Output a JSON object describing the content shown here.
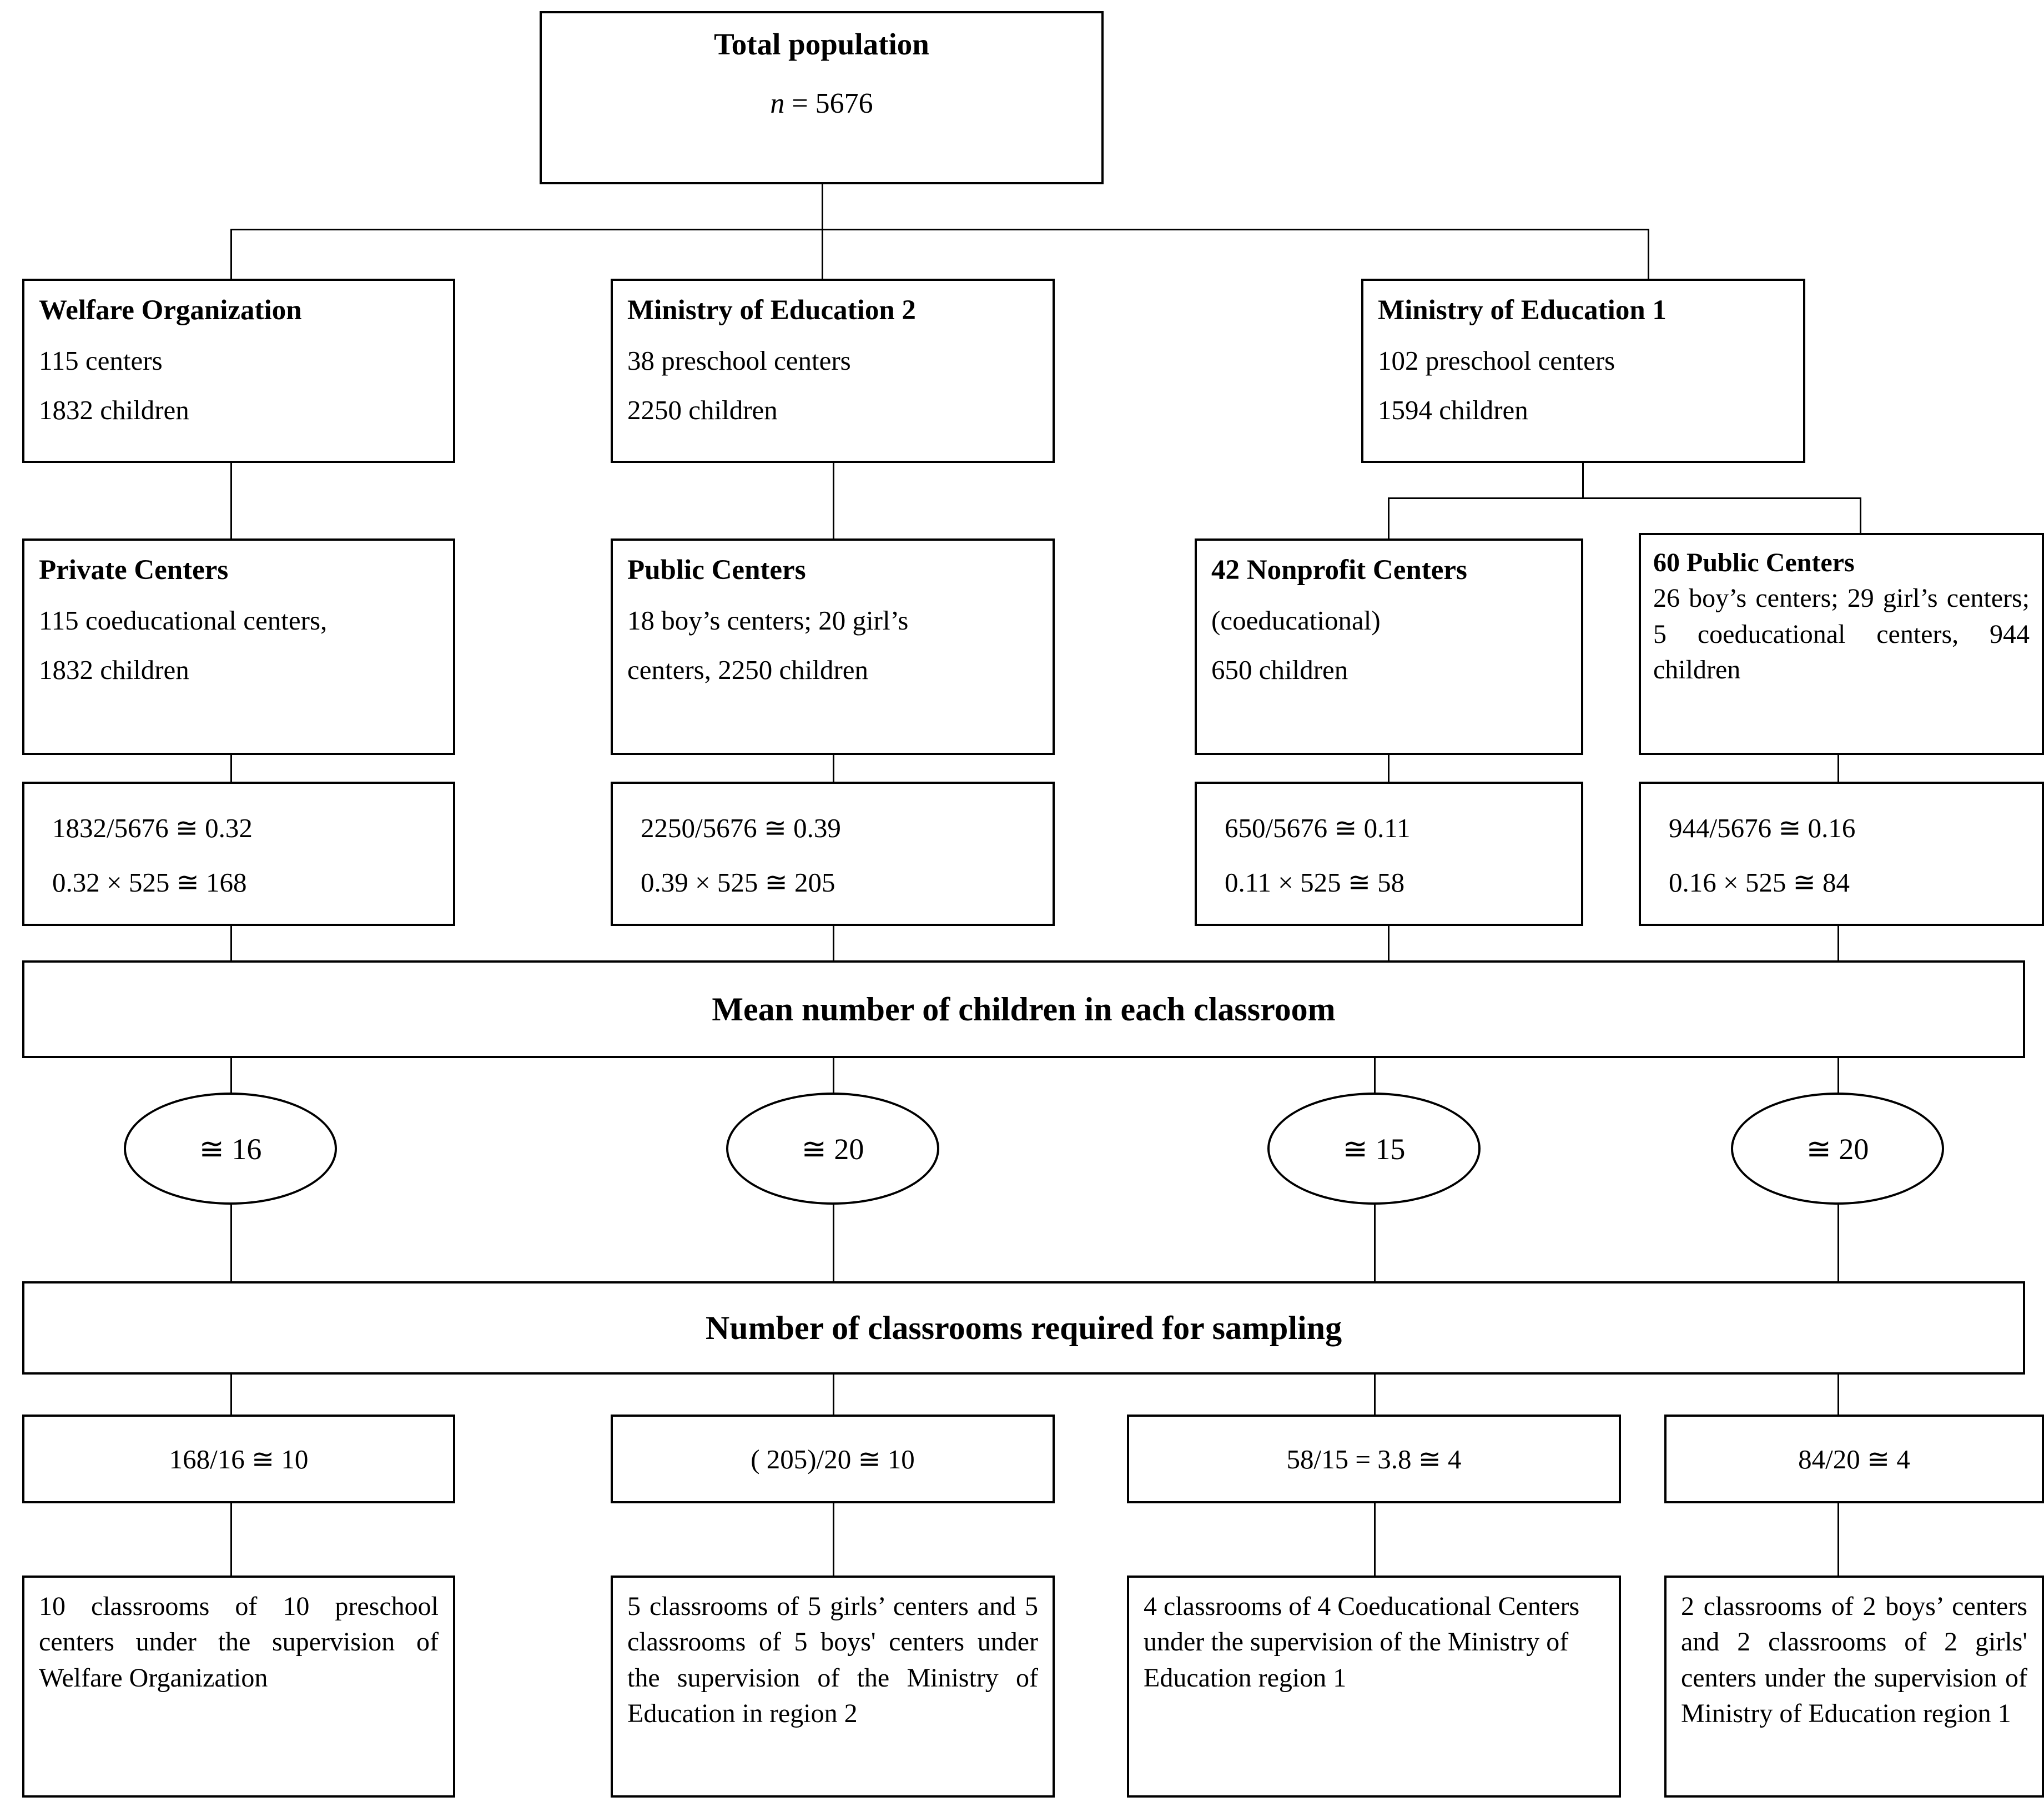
{
  "figure": {
    "type": "flowchart",
    "title_box": {
      "title": "Total population",
      "n_label": "n",
      "n_value": "= 5676"
    },
    "level2": [
      {
        "title": "Welfare Organization",
        "line1": "115 centers",
        "line2": "1832 children"
      },
      {
        "title": "Ministry of Education 2",
        "line1": "38 preschool centers",
        "line2": "2250 children"
      },
      {
        "title": "Ministry of Education 1",
        "line1": "102 preschool centers",
        "line2": "1594 children"
      }
    ],
    "level3": [
      {
        "title": "Private Centers",
        "line1": "115 coeducational centers,",
        "line2": "1832 children"
      },
      {
        "title": "Public Centers",
        "line1": "18 boy’s centers; 20 girl’s",
        "line2": "centers, 2250 children"
      },
      {
        "title": "42  Nonprofit  Centers",
        "line1": "(coeducational)",
        "line2": "650 children"
      },
      {
        "heading": "60 Public Centers",
        "body": "26 boy’s centers; 29 girl’s centers; 5 coeducational centers, 944 children"
      }
    ],
    "proportion_boxes": [
      {
        "line1": "1832/5676 ≅ 0.32",
        "line2": "0.32 × 525 ≅ 168"
      },
      {
        "line1": "2250/5676 ≅ 0.39",
        "line2": "0.39 × 525 ≅ 205"
      },
      {
        "line1": "650/5676 ≅ 0.11",
        "line2": "0.11 × 525 ≅ 58"
      },
      {
        "line1": "944/5676 ≅ 0.16",
        "line2": "0.16 × 525 ≅ 84"
      }
    ],
    "banner_mean": "Mean number of children in each classroom",
    "mean_values": [
      "≅ 16",
      "≅ 20",
      "≅ 15",
      "≅ 20"
    ],
    "banner_classrooms": "Number of classrooms required for sampling",
    "classroom_calcs": [
      "168/16 ≅ 10",
      "( 205)/20 ≅ 10",
      "58/15 = 3.8 ≅ 4",
      "84/20 ≅ 4"
    ],
    "outcomes": [
      "10 classrooms of 10 preschool centers under the supervision of Welfare Organization",
      "5 classrooms of 5 girls’ centers and 5 classrooms of 5 boys' centers under the supervision of the Ministry of Education in region 2",
      "4 classrooms of 4 Coeducational Centers under the supervision of the Ministry of Education region 1",
      "2 classrooms of 2 boys’ centers and 2 classrooms of 2 girls' centers under the supervision of Ministry of Education region 1"
    ]
  }
}
